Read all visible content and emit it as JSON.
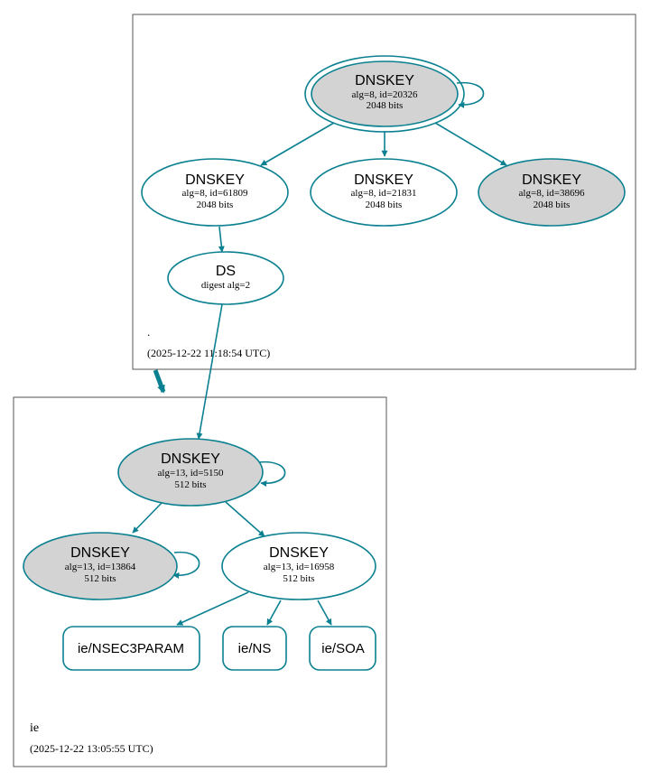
{
  "zones": {
    "root": {
      "name": ".",
      "timestamp": "(2025-12-22 11:18:54 UTC)"
    },
    "ie": {
      "name": "ie",
      "timestamp": "(2025-12-22 13:05:55 UTC)"
    }
  },
  "nodes": {
    "root_ksk": {
      "title": "DNSKEY",
      "line1": "alg=8, id=20326",
      "line2": "2048 bits"
    },
    "root_zsk1": {
      "title": "DNSKEY",
      "line1": "alg=8, id=61809",
      "line2": "2048 bits"
    },
    "root_zsk2": {
      "title": "DNSKEY",
      "line1": "alg=8, id=21831",
      "line2": "2048 bits"
    },
    "root_key3": {
      "title": "DNSKEY",
      "line1": "alg=8, id=38696",
      "line2": "2048 bits"
    },
    "ds": {
      "title": "DS",
      "line1": "digest alg=2"
    },
    "ie_ksk": {
      "title": "DNSKEY",
      "line1": "alg=13, id=5150",
      "line2": "512 bits"
    },
    "ie_key2": {
      "title": "DNSKEY",
      "line1": "alg=13, id=13864",
      "line2": "512 bits"
    },
    "ie_zsk": {
      "title": "DNSKEY",
      "line1": "alg=13, id=16958",
      "line2": "512 bits"
    },
    "rr_nsec3param": {
      "label": "ie/NSEC3PARAM"
    },
    "rr_ns": {
      "label": "ie/NS"
    },
    "rr_soa": {
      "label": "ie/SOA"
    }
  },
  "colors": {
    "edge": "#0a8090",
    "filled": "#d3d3d3",
    "zone_border": "#555555"
  }
}
